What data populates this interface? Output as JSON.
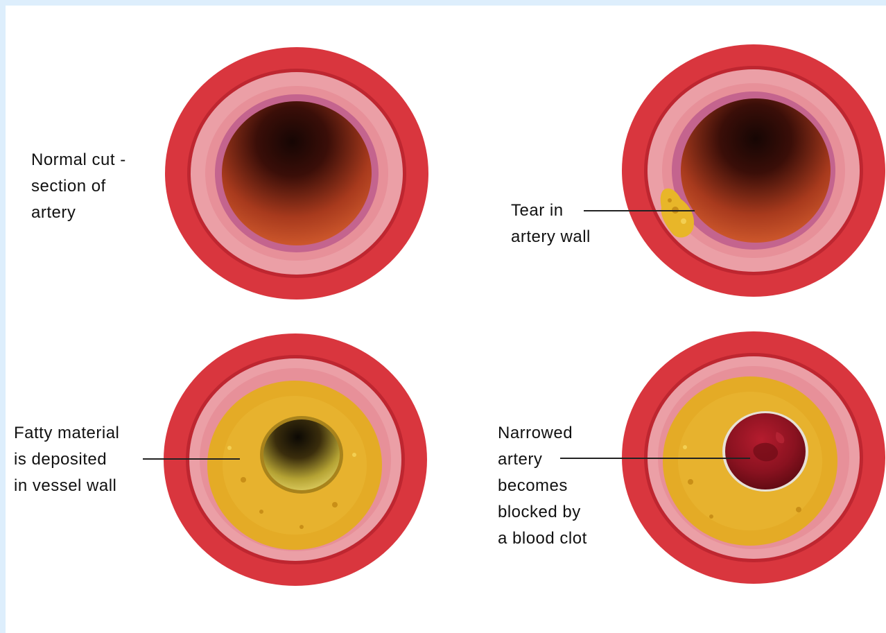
{
  "labels": {
    "normal": "Normal cut -\nsection of\nartery",
    "tear": "Tear in\nartery wall",
    "fatty": "Fatty material\nis deposited\nin vessel wall",
    "clot": "Narrowed\nartery\nbecomes\nblocked by\na blood clot"
  },
  "colors": {
    "outer_wall": "#d9363e",
    "muscle_layer": "#eb9fa6",
    "inner_lining": "#c4648e",
    "lumen_dark": "#1e0a05",
    "lumen_light": "#d9582d",
    "plaque": "#e4ab26",
    "clot": "#8a1220",
    "background": "#ffffff",
    "frame": "#ddeefc"
  }
}
